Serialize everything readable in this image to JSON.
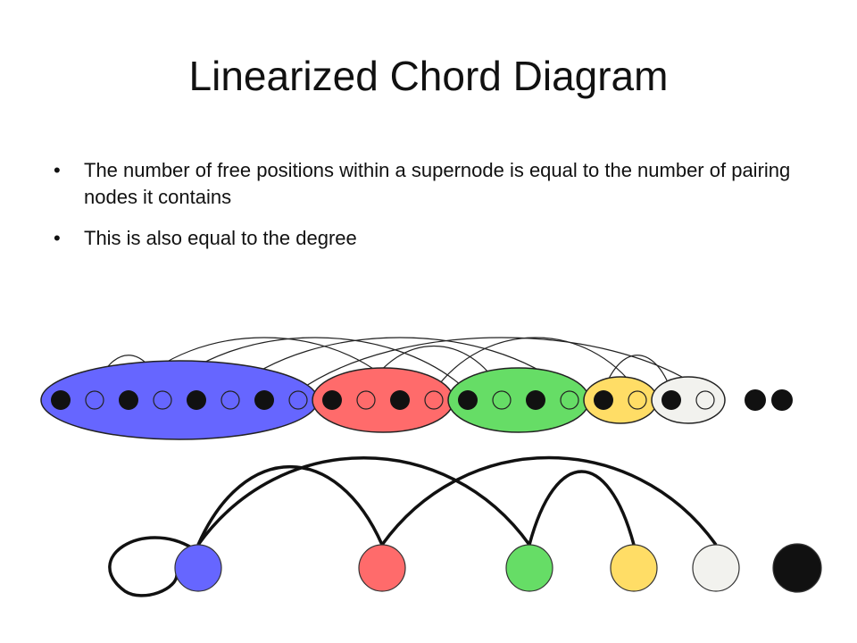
{
  "slide": {
    "title": "Linearized Chord Diagram",
    "bullets": [
      "The number of free positions within a supernode is equal to the number of pairing nodes it contains",
      "This is also equal to the degree"
    ]
  },
  "colors": {
    "blue": "#6666ff",
    "red": "#ff6b6b",
    "green": "#66dd66",
    "yellow": "#ffdd66",
    "white": "#f2f2ee",
    "black": "#111111"
  },
  "diagram": {
    "supernodes": [
      {
        "color": "blue",
        "slots": [
          "pairing",
          "free",
          "pairing",
          "free",
          "pairing",
          "free",
          "pairing",
          "free"
        ]
      },
      {
        "color": "red",
        "slots": [
          "pairing",
          "free",
          "pairing",
          "free"
        ]
      },
      {
        "color": "green",
        "slots": [
          "pairing",
          "free",
          "pairing",
          "free"
        ]
      },
      {
        "color": "yellow",
        "slots": [
          "pairing",
          "free"
        ]
      },
      {
        "color": "white",
        "slots": [
          "pairing",
          "free"
        ]
      }
    ],
    "trailing_nodes": 2,
    "chords": [
      [
        1,
        3
      ],
      [
        3,
        12
      ],
      [
        5,
        15
      ],
      [
        7,
        19
      ],
      [
        9,
        13
      ],
      [
        11,
        17
      ],
      [
        14,
        20
      ],
      [
        16,
        18
      ],
      [
        2,
        10
      ]
    ],
    "graph_nodes": [
      "blue",
      "red",
      "green",
      "yellow",
      "white",
      "black"
    ],
    "graph_edges": [
      {
        "from": 0,
        "to": 0,
        "kind": "loop"
      },
      {
        "from": 0,
        "to": 1,
        "kind": "arc"
      },
      {
        "from": 0,
        "to": 2,
        "kind": "arc"
      },
      {
        "from": 1,
        "to": 4,
        "kind": "arc"
      },
      {
        "from": 2,
        "to": 3,
        "kind": "arc"
      }
    ]
  }
}
